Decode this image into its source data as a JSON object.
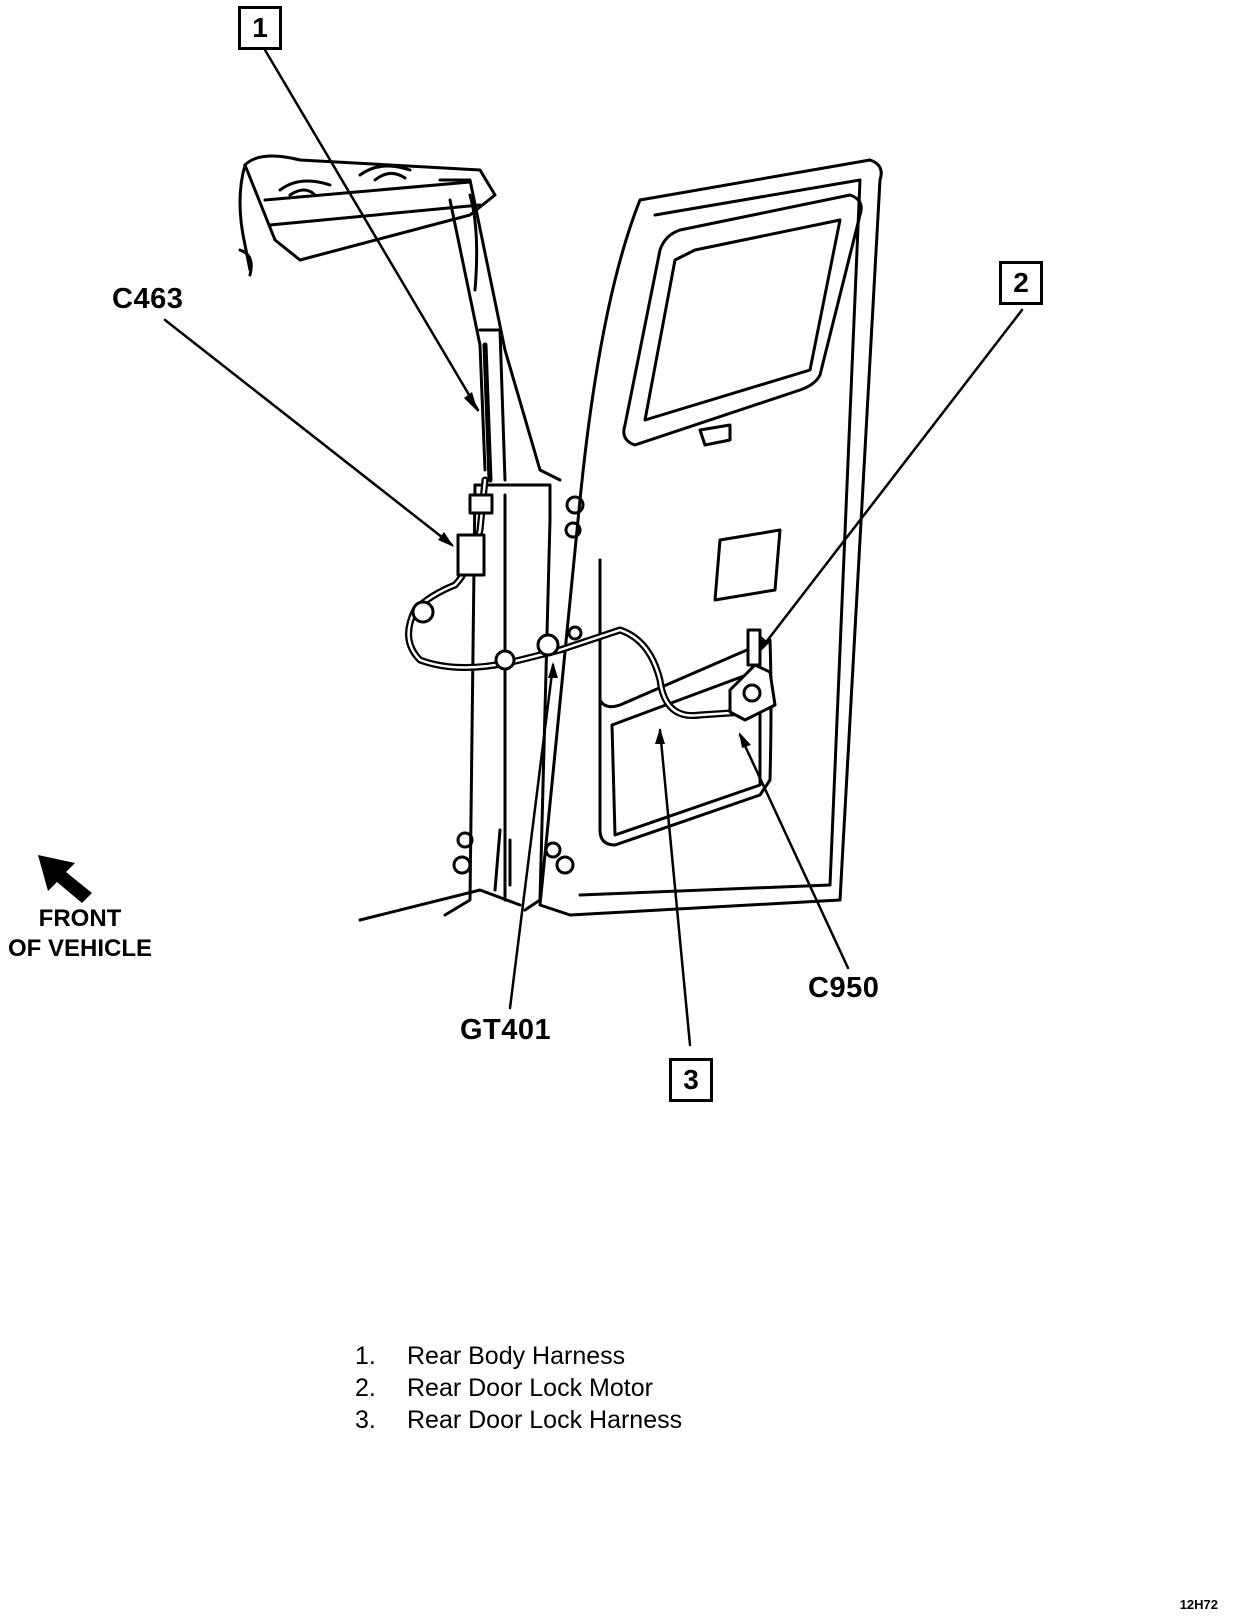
{
  "callouts": [
    "1",
    "2",
    "3"
  ],
  "connectors": {
    "c463": "C463",
    "c950": "C950",
    "gt401": "GT401"
  },
  "orientation": {
    "line1": "FRONT",
    "line2": "OF VEHICLE"
  },
  "legend": [
    {
      "num": "1.",
      "text": "Rear Body Harness"
    },
    {
      "num": "2.",
      "text": "Rear Door Lock Motor"
    },
    {
      "num": "3.",
      "text": "Rear Door Lock Harness"
    }
  ],
  "figure_code": "12H72"
}
